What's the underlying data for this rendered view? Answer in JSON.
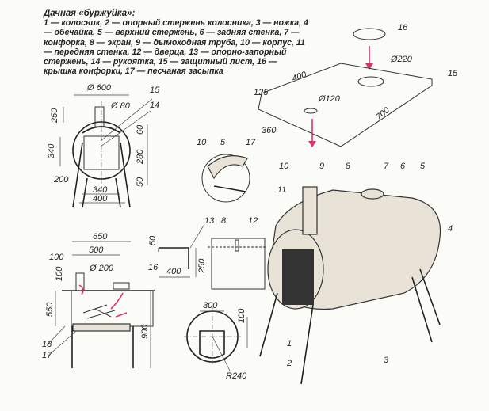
{
  "caption": {
    "title": "Дачная «буржуйка»:",
    "text": "1 — колосник, 2 — опорный стержень колосника, 3 — ножка, 4 — обечайка, 5 — верхний стержень, 6 — задняя стенка, 7 — конфорка, 8 — экран, 9 — дымоходная труба, 10 — корпус, 11 — передняя стенка, 12 — дверца, 13 — опорно-запорный стержень, 14 — рукоятка, 15 — защитный лист, 16 — крышка конфорки, 17 — песчаная засыпка"
  },
  "front_view": {
    "d600": "Ø 600",
    "d80": "Ø 80",
    "n15": "15",
    "n14": "14",
    "h250": "250",
    "h60": "60",
    "h340": "340",
    "h280": "280",
    "w200": "200",
    "h50": "50",
    "w340": "340",
    "w400": "400"
  },
  "side_view": {
    "w650": "650",
    "w500": "500",
    "w100": "100",
    "h100": "100",
    "d200": "Ø 200",
    "n16": "16",
    "h550": "550",
    "h900": "900",
    "n18": "18",
    "n17": "17"
  },
  "door": {
    "n13": "13",
    "n12": "12",
    "h50": "50",
    "h250": "250",
    "w400": "400"
  },
  "door_cutout": {
    "w300": "300",
    "h100": "100",
    "r240": "R240"
  },
  "detail": {
    "n10": "10",
    "n5": "5",
    "n17": "17",
    "n8": "8"
  },
  "protective_sheet": {
    "n16": "16",
    "d220": "Ø220",
    "w400": "400",
    "w125": "125",
    "d120": "Ø120",
    "n15": "15",
    "w360": "360",
    "l700": "700"
  },
  "stove": {
    "n10": "10",
    "n9": "9",
    "n8": "8",
    "n7": "7",
    "n6": "6",
    "n5": "5",
    "n11": "11",
    "n4": "4",
    "n1": "1",
    "n2": "2",
    "n3": "3"
  },
  "colors": {
    "accent": "#d9336b",
    "line": "#333333"
  }
}
